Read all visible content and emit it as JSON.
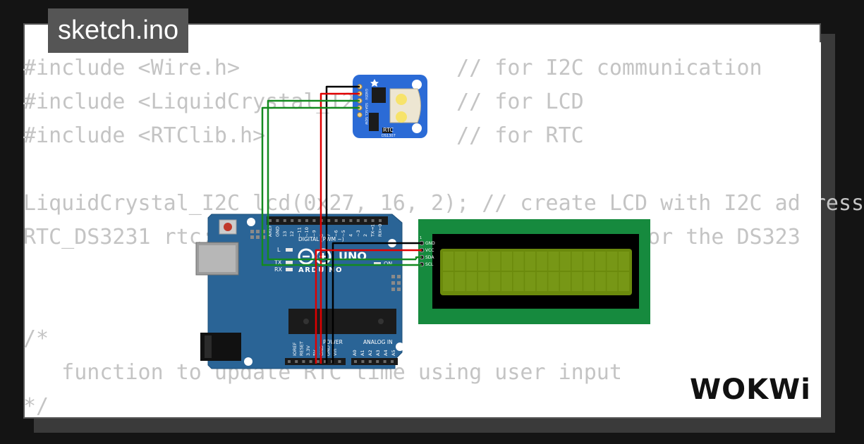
{
  "header": {
    "filename": "sketch.ino"
  },
  "code": {
    "lines": [
      "#include <Wire.h>                 // for I2C communication",
      "#include <LiquidCrystal_I2C.h>    // for LCD",
      "#include <RTClib.h>               // for RTC",
      "",
      "LiquidCrystal_I2C lcd(0x27, 16, 2); // create LCD with I2C address",
      "RTC_DS3231 rtc;                   // create rtc for the DS3231",
      "",
      "",
      "/*",
      "   function to update RTC time using user input",
      "*/"
    ]
  },
  "rtc_module": {
    "label": "RTC",
    "chip": "DS1307",
    "pins": [
      "GND",
      "5V",
      "SDA",
      "SCL",
      "SQW"
    ]
  },
  "arduino": {
    "brand": "ARDUINO",
    "model": "UNO",
    "digital_label": "DIGITAL (PWM ~)",
    "power_label": "POWER",
    "analog_label": "ANALOG IN",
    "on_label": "ON",
    "l_label": "L",
    "tx_label": "TX",
    "rx_label": "RX",
    "top_pins": [
      "AREF",
      "GND",
      "13",
      "12",
      "~11",
      "~10",
      "~9",
      "8",
      "7",
      "~6",
      "~5",
      "4",
      "~3",
      "2",
      "TX→1",
      "RX←0"
    ],
    "power_pins": [
      "IOREF",
      "RESET",
      "3.3V",
      "5V",
      "GND",
      "GND",
      "Vin"
    ],
    "analog_pins": [
      "A0",
      "A1",
      "A2",
      "A3",
      "A4",
      "A5"
    ]
  },
  "lcd": {
    "pins": [
      "GND",
      "VCC",
      "SDA",
      "SCL"
    ],
    "pin_marker": "1"
  },
  "logo": {
    "text": "WOKWi"
  },
  "colors": {
    "background": "#141414",
    "card": "#ffffff",
    "code_text": "#c4c4c4",
    "filename_bg": "#555555",
    "arduino_board": "#2a6496",
    "rtc_board": "#2b6bd6",
    "lcd_pcb": "#168a3e",
    "lcd_screen": "#6b8a0c",
    "wire_black": "#000000",
    "wire_red": "#e00000",
    "wire_green": "#138a1f"
  }
}
